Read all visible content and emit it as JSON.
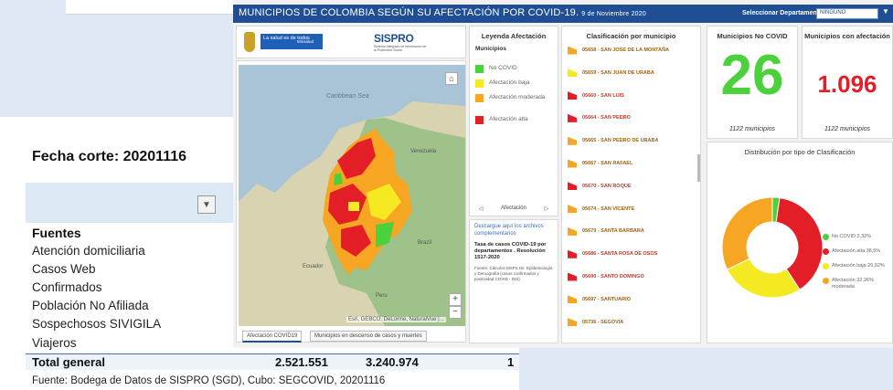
{
  "excel": {
    "fecha": "Fecha corte: 20201116",
    "fuentes_header": "Fuentes",
    "rows": [
      "Atención domiciliaria",
      "Casos Web",
      "Confirmados",
      "Población No Afiliada",
      "Sospechosos SIVIGILA",
      "Viajeros"
    ],
    "total_label": "Total general",
    "total_values": [
      "2.521.551",
      "3.240.974",
      "1"
    ],
    "fuente_note": "Fuente: Bodega de Datos de SISPRO (SGD), Cubo: SEGCOVID, 20201116"
  },
  "dashboard": {
    "title": "MUNICIPIOS DE COLOMBIA SEGÚN SU AFECTACIÓN POR COVID-19.",
    "date": "9 de Noviembre 2020",
    "dept_label": "Seleccionar Departamento",
    "dept_value": "NINGUNO",
    "logos": {
      "salud": "La salud es de todos",
      "minsalud": "Minsalud",
      "sispro": "SISPRO",
      "sispro_sub": "Sistema Integrado de Información de la Protección Social"
    },
    "map": {
      "sea_label": "Caribbean Sea",
      "venezuela": "Venezuela",
      "brazil": "Brazil",
      "peru": "Peru",
      "ecuador": "Ecuador",
      "attribution": "Esri, GEBCO, DeLorme, NaturalVue |...",
      "tabs": [
        "Afectación COVID19",
        "Municipios en descenso de casos y muertes"
      ]
    },
    "legend": {
      "title": "Leyenda Afectación",
      "subtitle": "Municipios",
      "items": [
        {
          "label": "No COVID",
          "color": "#4bd13b"
        },
        {
          "label": "Afectación baja",
          "color": "#f5ea22"
        },
        {
          "label": "Afectación moderada",
          "color": "#f6a623"
        },
        {
          "label": "Afectación alta",
          "color": "#e41e26"
        }
      ],
      "nav_label": "Afectación"
    },
    "desc": {
      "link": "Descargue aquí los archivos complementarios",
      "tasa": "Tasa de casos COVID-19 por departamentos . Resolución 1517-2020",
      "fuente": "Fuente: Cálculos MSPS Dir. Epidemiología y Demografía (casos confirmados y positividad COVID - INS)."
    },
    "classification": {
      "title": "Clasificación por municipio",
      "items": [
        {
          "name": "05658 - SAN JOSE DE LA MONTAÑA",
          "color": "#f6a623"
        },
        {
          "name": "05659 - SAN JUAN DE URABA",
          "color": "#f5ea22"
        },
        {
          "name": "05660 - SAN LUIS",
          "color": "#e41e26"
        },
        {
          "name": "05664 - SAN PEDRO",
          "color": "#e41e26"
        },
        {
          "name": "05665 - SAN PEDRO DE URABA",
          "color": "#f6a623"
        },
        {
          "name": "05667 - SAN RAFAEL",
          "color": "#f6a623"
        },
        {
          "name": "05670 - SAN ROQUE",
          "color": "#e41e26"
        },
        {
          "name": "05674 - SAN VICENTE",
          "color": "#f6a623"
        },
        {
          "name": "05679 - SANTA BARBARA",
          "color": "#f6a623"
        },
        {
          "name": "05686 - SANTA ROSA DE OSOS",
          "color": "#e41e26"
        },
        {
          "name": "05690 - SANTO DOMINGO",
          "color": "#e41e26"
        },
        {
          "name": "05697 - SANTUARIO",
          "color": "#f6a623"
        },
        {
          "name": "05736 - SEGOVIA",
          "color": "#f6a623"
        }
      ]
    },
    "kpi_nocovid": {
      "title": "Municipios No COVID",
      "value": "26",
      "sub": "1122 municipios",
      "color": "#4bd13b"
    },
    "kpi_afect": {
      "title": "Municipios con afectación",
      "value": "1.096",
      "sub": "1122 municipios",
      "color": "#e41e26"
    },
    "pie": {
      "title": "Distribución por tipo de Clasificación"
    }
  },
  "chart_data": {
    "type": "pie",
    "title": "Distribución por tipo de Clasificación",
    "series": [
      {
        "label": "No COVID 2,32%",
        "value": 2.32,
        "color": "#4bd13b"
      },
      {
        "label": "Afectación alta 38,5%",
        "value": 38.5,
        "color": "#e41e26"
      },
      {
        "label": "Afectación baja 26,92%",
        "value": 26.92,
        "color": "#f5ea22"
      },
      {
        "label": "Afectación 32,26% moderada",
        "value": 32.26,
        "color": "#f6a623"
      }
    ],
    "legend": "right"
  }
}
